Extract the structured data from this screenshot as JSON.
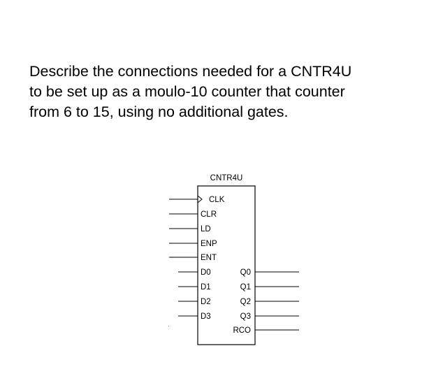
{
  "question": {
    "lines": [
      "Describe the connections needed for a CNTR4U",
      "to be set up as a moulo-10 counter that counter",
      "from 6 to 15, using no additional gates."
    ]
  },
  "diagram": {
    "chip_name": "CNTR4U",
    "left_pins": {
      "clk": "CLK",
      "clr": "CLR",
      "ld": "LD",
      "enp": "ENP",
      "ent": "ENT",
      "d0": "D0",
      "d1": "D1",
      "d2": "D2",
      "d3": "D3"
    },
    "right_pins": {
      "q0": "Q0",
      "q1": "Q1",
      "q2": "Q2",
      "q3": "Q3",
      "rco": "RCO"
    }
  }
}
